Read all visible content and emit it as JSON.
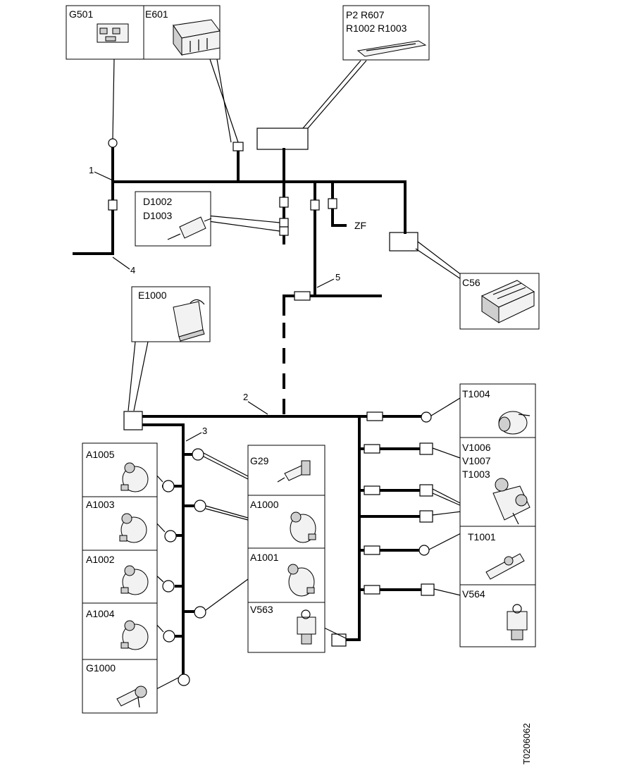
{
  "labels": {
    "g501": "G501",
    "e601": "E601",
    "p2_r607": "P2 R607",
    "r1002_r1003": "R1002 R1003",
    "d1002": "D1002",
    "d1003": "D1003",
    "e1000": "E1000",
    "c56": "C56",
    "zf": "ZF",
    "t1004": "T1004",
    "v1006": "V1006",
    "v1007": "V1007",
    "t1003": "T1003",
    "t1001": "T1001",
    "v564": "V564",
    "g29": "G29",
    "a1000": "A1000",
    "a1001": "A1001",
    "v563": "V563",
    "a1005": "A1005",
    "a1003": "A1003",
    "a1002": "A1002",
    "a1004": "A1004",
    "g1000": "G1000"
  },
  "callouts": {
    "n1": "1",
    "n2": "2",
    "n3": "3",
    "n4": "4",
    "n5": "5"
  },
  "figure_id": "T0206062"
}
